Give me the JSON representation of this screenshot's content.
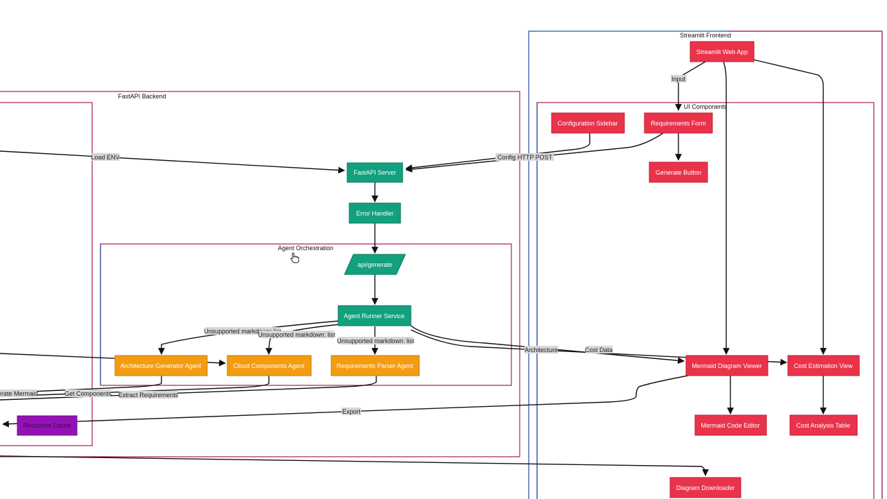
{
  "colors": {
    "backend_border": "#b0175a",
    "frontend_border": "#1f4e9b",
    "orchestration_border": "#b0175a",
    "ui_border": "#b0175a",
    "teal_node": "#12a07f",
    "orange_node": "#f39c12",
    "red_node": "#e8334a",
    "purple_node": "#9412b5",
    "edge_label_bg": "#d6d6d6"
  },
  "groups": {
    "fastapi_backend": "FastAPI Backend",
    "agent_orchestration": "Agent Orchestration",
    "streamlit_frontend": "Streamlit Frontend",
    "ui_components": "UI Components"
  },
  "nodes": {
    "fastapi_server": "FastAPI Server",
    "error_handler": "Error Handler",
    "api_generate": "api/generate",
    "agent_runner": "Agent Runner Service",
    "arch_agent": "Architecture Generator Agent",
    "cloud_agent": "Cloud Components Agent",
    "req_agent": "Requirements Parser Agent",
    "response_cache": "Response Cache",
    "streamlit_app": "Streamlit Web App",
    "config_sidebar": "Configuration Sidebar",
    "req_form": "Requirements Form",
    "generate_button": "Generate Button",
    "mermaid_viewer": "Mermaid Diagram Viewer",
    "cost_view": "Cost Estimation View",
    "mermaid_editor": "Mermaid Code Editor",
    "cost_table": "Cost Analysis Table",
    "downloader": "Diagram Downloader"
  },
  "edge_labels": {
    "load_env": "Load ENV",
    "config": "Config",
    "http_post": "HTTP POST",
    "input": "Input",
    "unsupported_1": "Unsupported markdown: list",
    "unsupported_2": "Unsupported markdown: list",
    "unsupported_3": "Unsupported markdown: list",
    "architecture": "Architecture",
    "cost_data": "Cost Data",
    "generate_mermaid": "erate Mermaid",
    "get_components": "Get Components",
    "extract_requirements": "Extract Requirements",
    "export": "Export"
  },
  "icons": {
    "cursor": "hand-pointer-icon"
  }
}
